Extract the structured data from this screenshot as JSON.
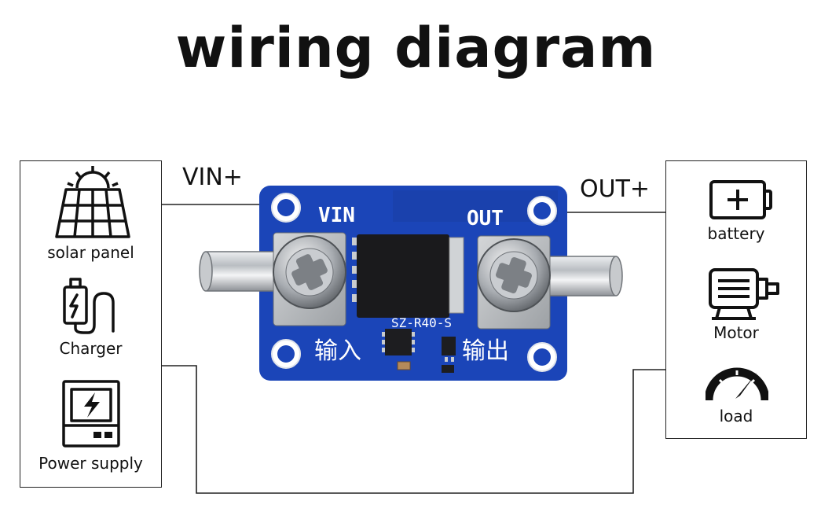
{
  "title": "wiring diagram",
  "wires": {
    "vin_label": "VIN+",
    "out_label": "OUT+"
  },
  "sources": [
    {
      "label": "solar panel",
      "icon": "solar-panel-icon"
    },
    {
      "label": "Charger",
      "icon": "charger-icon"
    },
    {
      "label": "Power supply",
      "icon": "power-supply-icon"
    }
  ],
  "loads": [
    {
      "label": "battery",
      "icon": "battery-icon"
    },
    {
      "label": "Motor",
      "icon": "motor-icon"
    },
    {
      "label": "load",
      "icon": "gauge-icon"
    }
  ],
  "board": {
    "vin_marking": "VIN",
    "out_marking": "OUT",
    "model": "SZ-R40-S",
    "input_cn": "输入",
    "output_cn": "输出",
    "pcb_color": "#1b45b8"
  }
}
